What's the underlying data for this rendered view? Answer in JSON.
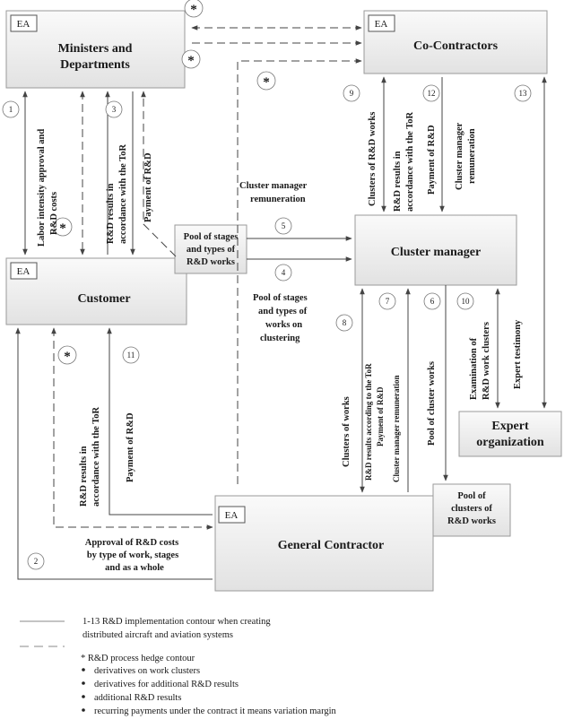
{
  "ea": "EA",
  "star": "*",
  "boxes": {
    "ministers": [
      "Ministers and",
      "Departments"
    ],
    "cocontractors": "Co-Contractors",
    "customer": "Customer",
    "cluster_manager": "Cluster manager",
    "expert_org": [
      "Expert",
      "organization"
    ],
    "general_contractor": "General Contractor",
    "pool_stages": [
      "Pool of stages",
      "and types of",
      "R&D works"
    ],
    "pool_clusters": [
      "Pool of",
      "clusters of",
      "R&D works"
    ]
  },
  "numbers": [
    "1",
    "2",
    "3",
    "4",
    "5",
    "6",
    "7",
    "8",
    "9",
    "10",
    "11",
    "12",
    "13"
  ],
  "labels": {
    "l1": [
      "Labor intensity approval  and",
      "R&D costs"
    ],
    "l3a": [
      "R&D results in",
      "accordance with the ToR"
    ],
    "l3b": "Payment of R&D",
    "l5": [
      "Cluster manager",
      "remuneration"
    ],
    "l4": [
      "Pool of stages",
      "and types of",
      "works on",
      "clustering"
    ],
    "l9": "Clusters of R&D works",
    "l12a": [
      "R&D results in",
      "accordance with the ToR"
    ],
    "l12b": "Payment of R&D",
    "l12c": [
      "Cluster manager",
      "remuneration"
    ],
    "l11a": [
      "R&D results in",
      "accordance with the ToR"
    ],
    "l11b": "Payment of R&D",
    "l8": "Clusters of  works",
    "l7": [
      "R&D results according to the ToR",
      "Payment of R&D",
      "Cluster manager remuneration"
    ],
    "l6": "Pool of cluster works",
    "l10a": [
      "Examination of",
      "R&D work clusters"
    ],
    "l10b": "Expert testimony",
    "l2": [
      "Approval of R&D costs",
      "by type of work, stages",
      "and as a whole"
    ]
  },
  "legend": {
    "solid": [
      "1-13 R&D implementation  contour when creating",
      "distributed aircraft and aviation systems"
    ],
    "hedge_title": "* R&D process hedge contour",
    "bullets": [
      "derivatives  on work clusters",
      "derivatives  for additional R&D results",
      "additional  R&D results",
      "recurring payments under the contract it means variation margin"
    ]
  }
}
